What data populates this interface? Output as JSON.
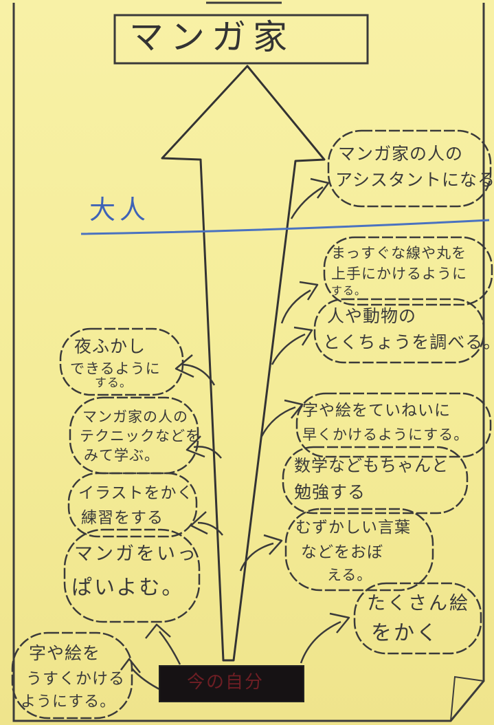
{
  "title": "マンガ家",
  "adult_label": "大人",
  "current_self": "今の自分",
  "bubbles": {
    "assistant": [
      "マンガ家の人の",
      "アシスタントになる"
    ],
    "straight_lines": [
      "まっすぐな線や丸を",
      "上手にかけるように",
      "する。"
    ],
    "research": [
      "人や動物の",
      "とくちょうを調べる。"
    ],
    "all_nighter": [
      "夜ふかし",
      "できるように",
      "する。"
    ],
    "technique": [
      "マンガ家の人の",
      "テクニックなどを",
      "みて学ぶ。"
    ],
    "neat_writing": [
      "字や絵をていねいに",
      "早くかけるようにする。"
    ],
    "math": [
      "数学などもちゃんと",
      "勉強する"
    ],
    "illustration": [
      "イラストをかく",
      "練習をする"
    ],
    "kanji": [
      "むずかしい言葉",
      "などをおぼ",
      "える。"
    ],
    "read_manga": [
      "マンガをいっ",
      "ぱいよむ。"
    ],
    "draw_lots": [
      "たくさん絵",
      "をかく"
    ],
    "thin_writing": [
      "字や絵を",
      "うすくかける",
      "ようにする。"
    ]
  }
}
